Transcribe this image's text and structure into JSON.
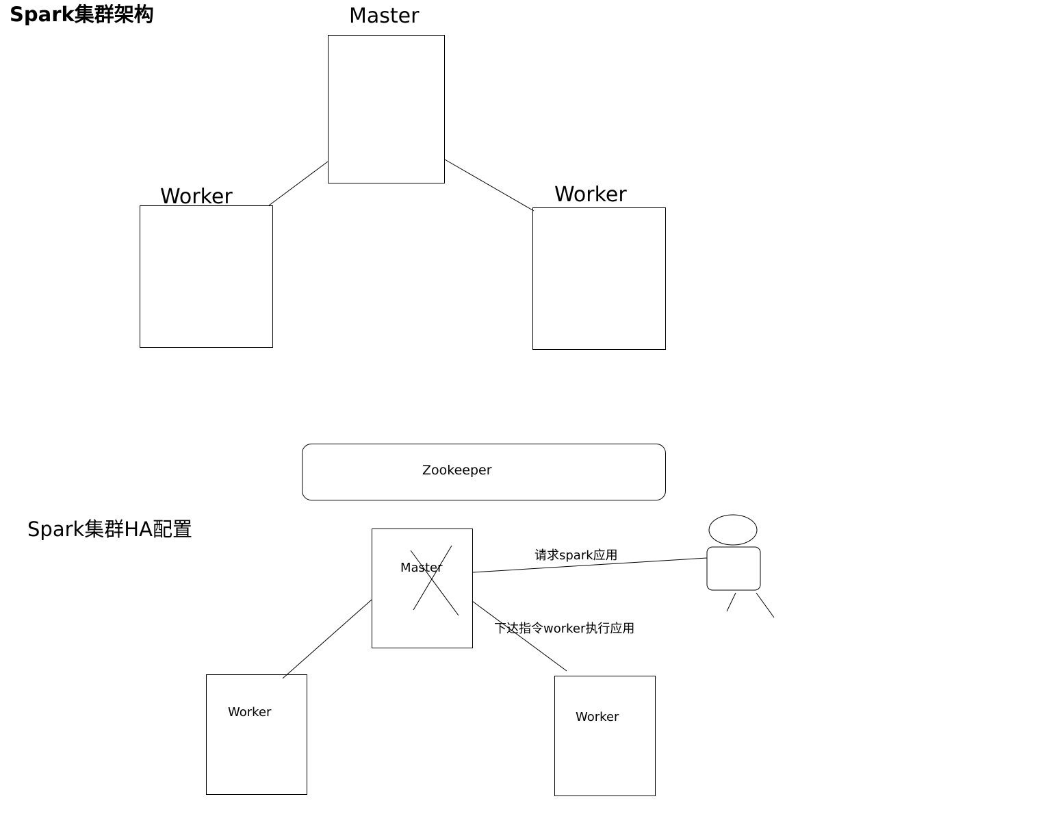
{
  "section1": {
    "title": "Spark集群架构",
    "master_label": "Master",
    "worker_left_label": "Worker",
    "worker_right_label": "Worker"
  },
  "section2": {
    "title": "Spark集群HA配置",
    "zookeeper_label": "Zookeeper",
    "master_label": "Master",
    "worker_left_label": "Worker",
    "worker_right_label": "Worker",
    "request_label": "请求spark应用",
    "command_label": "下达指令worker执行应用"
  },
  "colors": {
    "stroke": "#000000",
    "background": "#ffffff"
  }
}
